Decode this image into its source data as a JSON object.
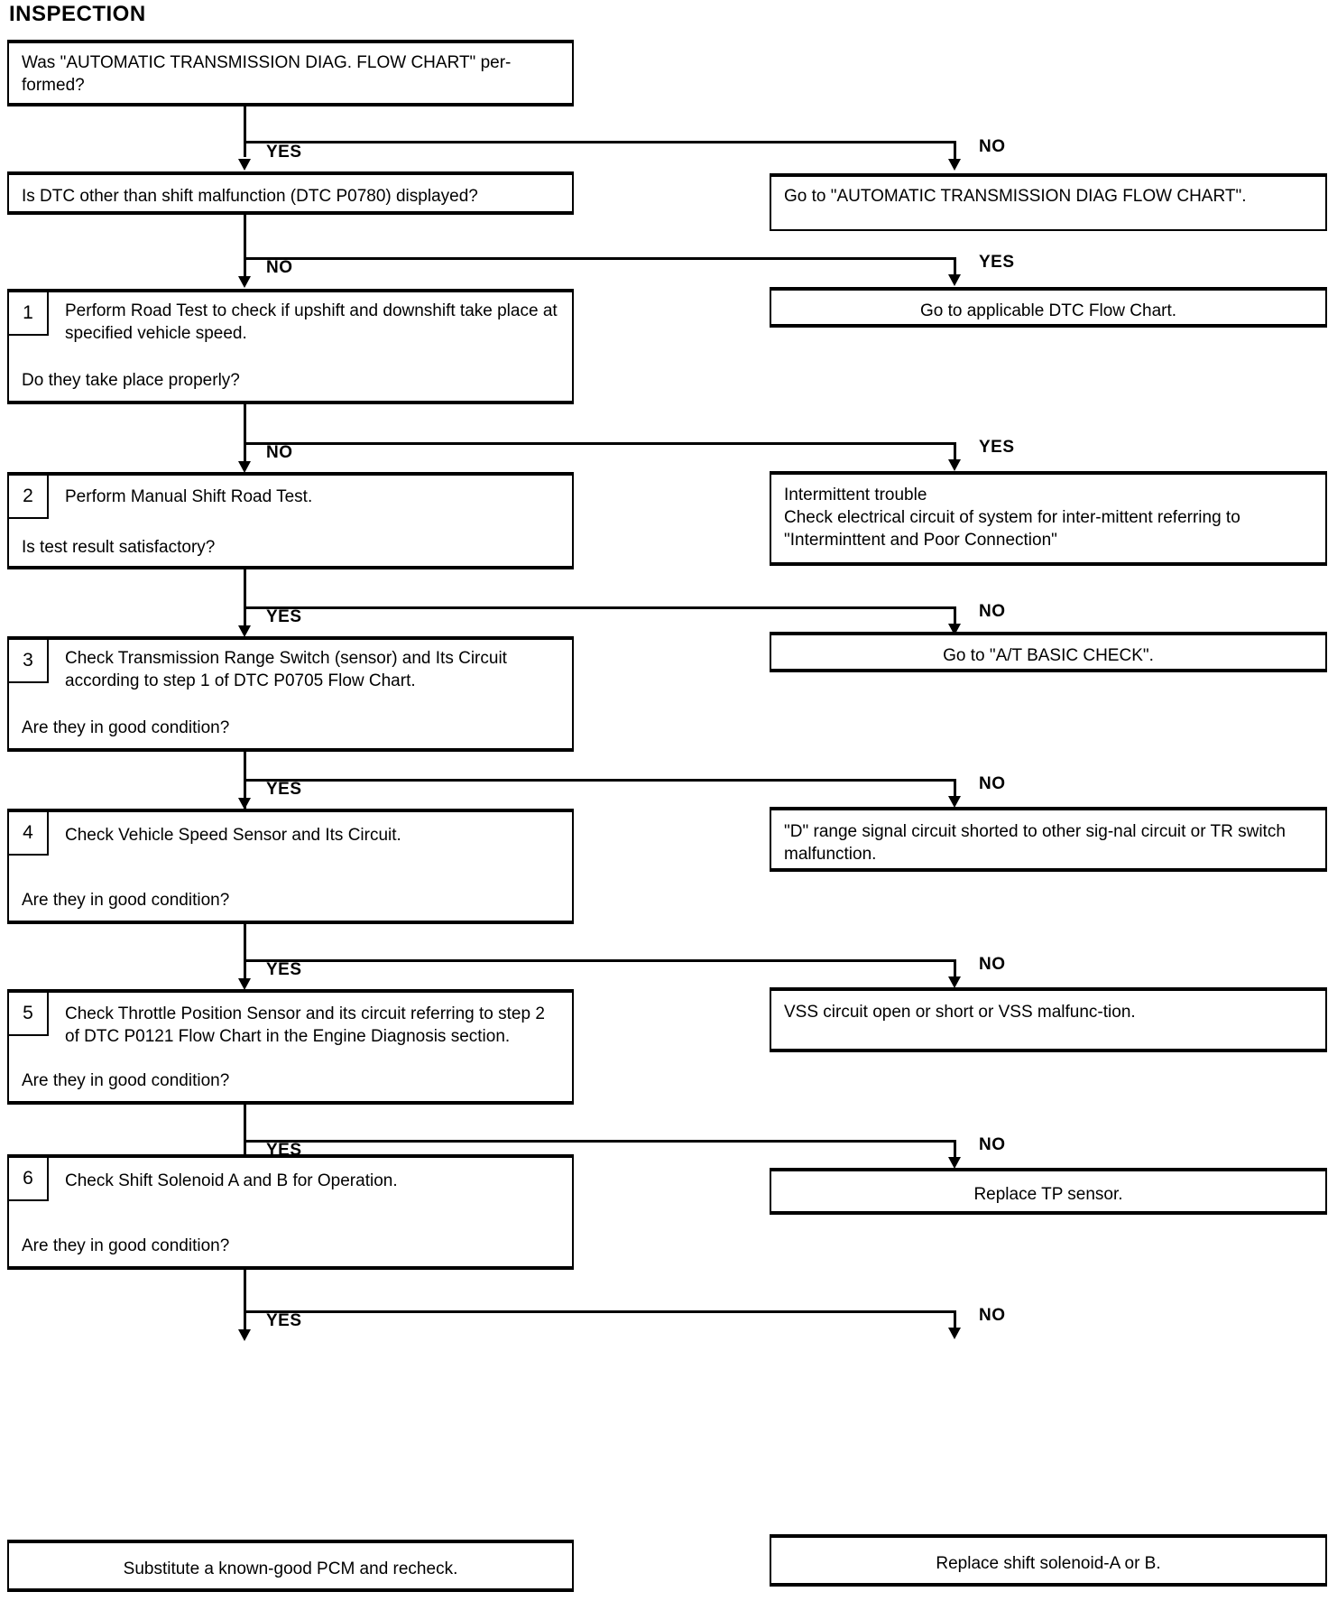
{
  "title": "INSPECTION",
  "labels": {
    "yes": "YES",
    "no": "NO"
  },
  "nodes": {
    "q0": {
      "text": "Was \"AUTOMATIC TRANSMISSION DIAG. FLOW CHART\" per-formed?"
    },
    "q0_yes": {
      "label": "YES"
    },
    "q0_no": {
      "label": "NO"
    },
    "r0": {
      "text": "Go to \"AUTOMATIC  TRANSMISSION DIAG FLOW CHART\"."
    },
    "q1": {
      "text": "Is DTC other than shift malfunction (DTC P0780) displayed?"
    },
    "q1_no": {
      "label": "NO"
    },
    "q1_yes": {
      "label": "YES"
    },
    "r1": {
      "text": "Go to applicable DTC Flow Chart."
    },
    "s1": {
      "num": "1",
      "head": "Perform Road Test to check if upshift and downshift take place at specified vehicle speed.",
      "foot": "Do they take place properly?"
    },
    "s1_no": {
      "label": "NO"
    },
    "s1_yes": {
      "label": "YES"
    },
    "r2": {
      "line1": "Intermittent trouble",
      "line2": "Check electrical circuit of system for inter-mittent referring to \"Interminttent and Poor Connection\""
    },
    "s2": {
      "num": "2",
      "head": "Perform Manual Shift Road Test.",
      "foot": "Is test result satisfactory?"
    },
    "s2_yes": {
      "label": "YES"
    },
    "s2_no": {
      "label": "NO"
    },
    "r3": {
      "text": "Go to \"A/T BASIC CHECK\"."
    },
    "s3": {
      "num": "3",
      "head": "Check Transmission Range Switch (sensor) and Its Circuit according to step 1 of DTC P0705 Flow Chart.",
      "foot": "Are they in good condition?"
    },
    "s3_yes": {
      "label": "YES"
    },
    "s3_no": {
      "label": "NO"
    },
    "r4": {
      "text": "\"D\" range signal circuit shorted to other sig-nal circuit or TR switch malfunction."
    },
    "s4": {
      "num": "4",
      "head": "Check  Vehicle  Speed  Sensor  and  Its  Circuit.",
      "foot": "Are they in good condition?"
    },
    "s4_yes": {
      "label": "YES"
    },
    "s4_no": {
      "label": "NO"
    },
    "r5": {
      "text": "VSS circuit open or short or VSS malfunc-tion."
    },
    "s5": {
      "num": "5",
      "head": "Check Throttle Position Sensor and its circuit referring to step 2 of DTC P0121 Flow Chart in the Engine Diagnosis section.",
      "foot": "Are they in good condition?"
    },
    "s5_yes": {
      "label": "YES"
    },
    "s5_no": {
      "label": "NO"
    },
    "r6": {
      "text": "Replace TP sensor."
    },
    "s6": {
      "num": "6",
      "head": "Check  Shift  Solenoid  A  and  B  for  Operation.",
      "foot": "Are they in good condition?"
    },
    "s6_yes": {
      "label": "YES"
    },
    "s6_no": {
      "label": "NO"
    },
    "r7": {
      "text": "Substitute a known-good PCM and recheck."
    },
    "r8": {
      "text": "Replace shift solenoid-A or B."
    }
  }
}
